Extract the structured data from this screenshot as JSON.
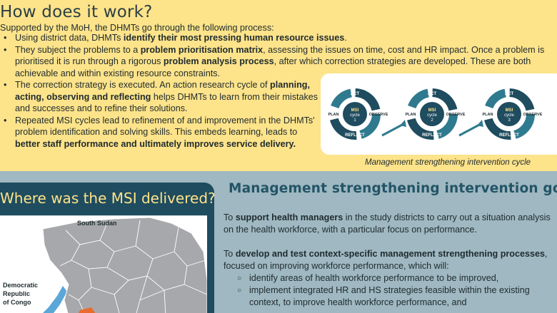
{
  "top": {
    "title": "How does it work?",
    "intro": "Supported by the MoH, the DHMTs go through the following process:",
    "b1": {
      "t1": "Using district data, DHMTs ",
      "b1": "identify their most pressing human resource issues",
      "t2": "."
    },
    "b2": {
      "t1": "They subject the problems to a ",
      "b1": "problem prioritisation matrix",
      "t2": ", assessing the issues on time, cost and HR impact. Once a problem is prioritised it is run through a rigorous ",
      "b2": "problem analysis process",
      "t3": ", after which  correction strategies are developed. These are both achievable and within existing resource constraints."
    },
    "b3": {
      "t1": "The correction strategy is executed. An action research cycle of ",
      "b1": "planning, acting, observing and reflecting",
      "t2": " helps DHMTs to learn from their mistakes and successes and to refine their solutions."
    },
    "b4": {
      "t1": "Repeated MSI cycles lead to refinement of and improvement in the DHMTs' problem identification and solving skills. This embeds learning, leads to ",
      "b1": "better staff performance and ultimately improves service delivery."
    },
    "cycle_labels": {
      "act": "ACT",
      "plan": "PLAN",
      "observe": "OBSERVE",
      "reflect": "REFLECT",
      "center_line1": "MSI",
      "center_line2": "cycle"
    },
    "cycle_numbers": [
      "1",
      "2",
      "3"
    ],
    "caption": "Management strengthening intervention cycle"
  },
  "where": {
    "title": "Where was the MSI delivered?",
    "map_labels": {
      "north": "South Sudan",
      "west_1": "Democratic",
      "west_2": "Republic",
      "west_3": "of Congo"
    }
  },
  "goals": {
    "title": "Management strengthening intervention goals",
    "p1": {
      "t1": "To ",
      "b1": "support health managers",
      "t2": " in the study districts to carry out a situation analysis on the health workforce, with a particular focus on performance."
    },
    "p2": {
      "t1": "To ",
      "b1": "develop and test context-specific management strengthening processes",
      "t2": ", focused on improving workforce performance, which will:"
    },
    "subs": [
      "identify areas of health workforce performance to be improved,",
      "implement integrated HR and HS strategies feasible within the existing context, to improve health workforce performance, and"
    ]
  },
  "colors": {
    "yellow": "#fde38a",
    "teal_dark": "#1f4c5f",
    "teal_mid": "#2f7a8e",
    "slate_bg": "#9fb8c1"
  }
}
